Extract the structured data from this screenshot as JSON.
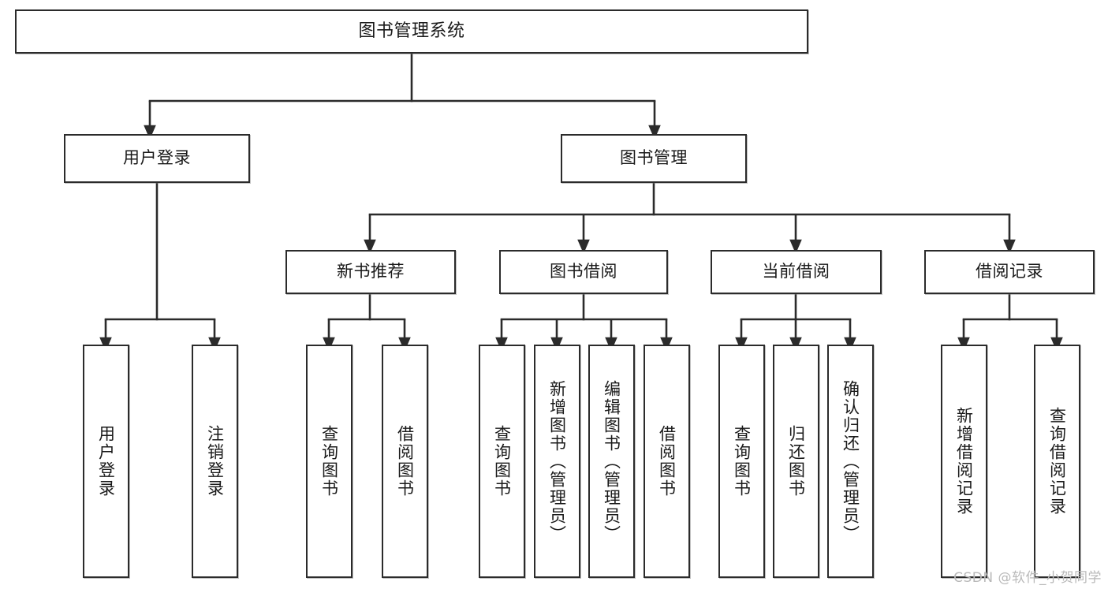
{
  "diagram": {
    "title": "图书管理系统",
    "type": "tree-hierarchy",
    "colors": {
      "box_border": "#2b2b2b",
      "box_fill": "#ffffff",
      "connector": "#2b2b2b",
      "text": "#1a1a1a",
      "watermark": "#b9b9b9"
    },
    "root": {
      "label": "图书管理系统"
    },
    "level1": [
      {
        "label": "用户登录"
      },
      {
        "label": "图书管理"
      }
    ],
    "level2": [
      {
        "label": "新书推荐"
      },
      {
        "label": "图书借阅"
      },
      {
        "label": "当前借阅"
      },
      {
        "label": "借阅记录"
      }
    ],
    "leaves": [
      {
        "label": "用户登录",
        "parent": "用户登录"
      },
      {
        "label": "注销登录",
        "parent": "用户登录"
      },
      {
        "label": "查询图书",
        "parent": "新书推荐"
      },
      {
        "label": "借阅图书",
        "parent": "新书推荐"
      },
      {
        "label": "查询图书",
        "parent": "图书借阅"
      },
      {
        "label": "新增图书（管理员）",
        "parent": "图书借阅"
      },
      {
        "label": "编辑图书（管理员）",
        "parent": "图书借阅"
      },
      {
        "label": "借阅图书",
        "parent": "图书借阅"
      },
      {
        "label": "查询图书",
        "parent": "当前借阅"
      },
      {
        "label": "归还图书",
        "parent": "当前借阅"
      },
      {
        "label": "确认归还（管理员）",
        "parent": "当前借阅"
      },
      {
        "label": "新增借阅记录",
        "parent": "借阅记录"
      },
      {
        "label": "查询借阅记录",
        "parent": "借阅记录"
      }
    ],
    "watermark": "CSDN @软件_小贺同学"
  }
}
